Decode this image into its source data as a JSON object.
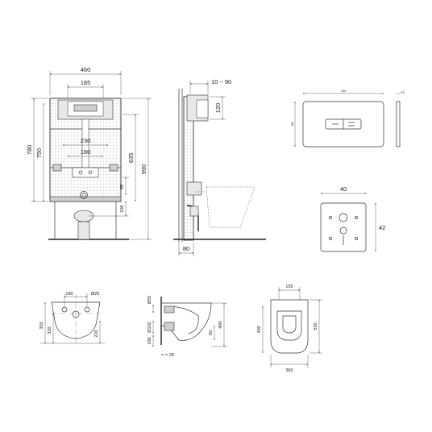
{
  "frame_front": {
    "width_460": "460",
    "width_185": "185",
    "width_230": "230",
    "width_180": "180",
    "height_780": "780",
    "height_750": "750",
    "height_635": "635",
    "height_990": "990",
    "dim_35": "35",
    "dim_100": "100"
  },
  "frame_side": {
    "depth_range": "10 ~ 90",
    "dim_120": "120",
    "depth_80": "80"
  },
  "flush_plate": {
    "width_small": "234",
    "height_small": "156",
    "depth_small": "5.5"
  },
  "plate_cutout": {
    "width_40": "40",
    "height_42": "42"
  },
  "bowl_rear": {
    "dim_180": "180",
    "dia_25": "Ø25",
    "height_355": "355",
    "height_320": "320",
    "height_220": "220"
  },
  "bowl_side": {
    "dia_55": "Ø55",
    "dia_102": "Ø102",
    "dim_100": "100",
    "dim_25": "25",
    "dim_50": "50",
    "dim_400": "400"
  },
  "bowl_top": {
    "dim_155": "155",
    "dim_430": "430",
    "dim_530": "530",
    "dim_360": "360"
  }
}
